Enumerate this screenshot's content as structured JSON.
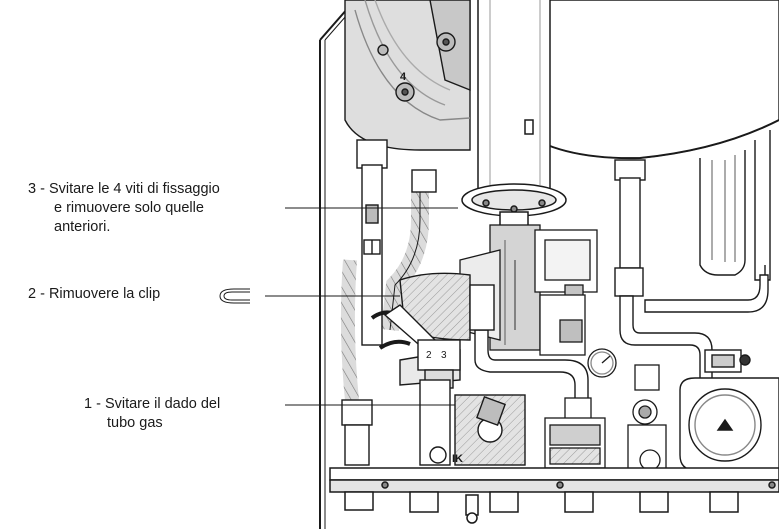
{
  "labels": {
    "step3": {
      "line1": "3 - Svitare le 4 viti di fissaggio",
      "line2": "e rimuovere solo quelle",
      "line3": "anteriori."
    },
    "step2": {
      "line1": "2 - Rimuovere la clip"
    },
    "step1": {
      "line1": "1 - Svitare il dado del",
      "line2": "tubo gas"
    }
  },
  "drawing": {
    "marks": {
      "screw_count": "4",
      "valve_left": "2",
      "valve_right": "3",
      "gas_mark": "IK"
    }
  },
  "colors": {
    "ink": "#1a1a1a",
    "background": "#ffffff",
    "shade_light": "#e3e3e3",
    "shade_mid": "#c9c9c9",
    "shade_dark": "#8a8a8a"
  }
}
